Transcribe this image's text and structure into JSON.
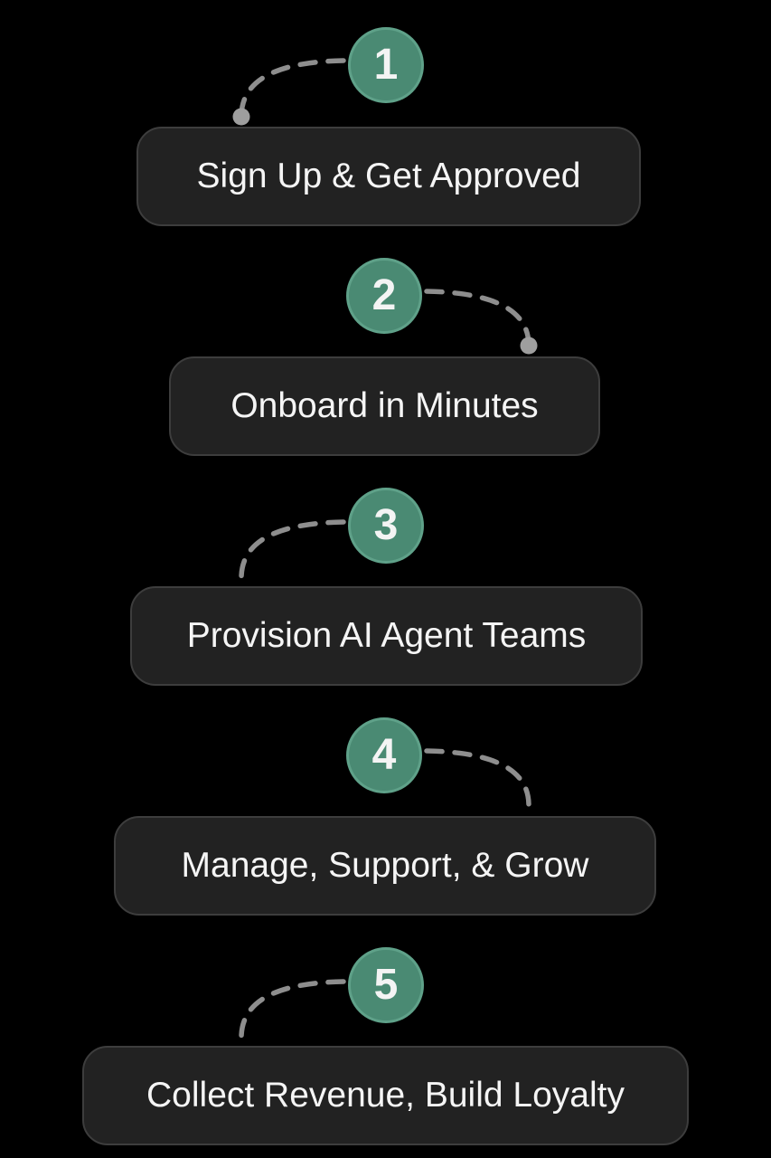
{
  "page": {
    "background_color": "#000000"
  },
  "colors": {
    "badge_fill": "#4a8a73",
    "badge_ring": "#5fa189",
    "card_background": "#222222",
    "card_border": "#3d3d3d",
    "label_text": "#f5f5f5",
    "connector_dash": "#8e8e8e",
    "connector_dot": "#9e9e9e"
  },
  "steps": [
    {
      "number": "1",
      "label": "Sign Up & Get Approved",
      "connector_side": "left",
      "has_end_dot": true
    },
    {
      "number": "2",
      "label": "Onboard in Minutes",
      "connector_side": "right",
      "has_end_dot": true
    },
    {
      "number": "3",
      "label": "Provision AI Agent Teams",
      "connector_side": "left",
      "has_end_dot": false
    },
    {
      "number": "4",
      "label": "Manage, Support, & Grow",
      "connector_side": "right",
      "has_end_dot": false
    },
    {
      "number": "5",
      "label": "Collect Revenue, Build Loyalty",
      "connector_side": "left",
      "has_end_dot": false
    }
  ]
}
